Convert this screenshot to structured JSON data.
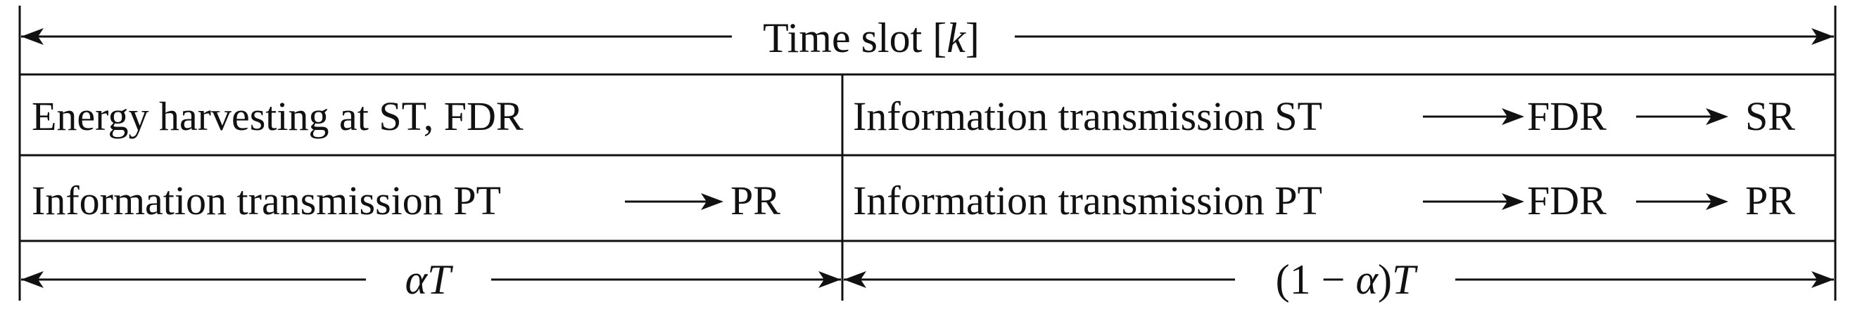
{
  "header": {
    "label_main": "Time slot ",
    "label_bracket_open": "[",
    "label_var": "k",
    "label_bracket_close": "]"
  },
  "row1": {
    "left": "Energy harvesting at ST, FDR",
    "right": {
      "prefix": "Information transmission ST",
      "mid": "FDR",
      "end": "SR"
    }
  },
  "row2": {
    "left": {
      "prefix": "Information transmission PT",
      "end": "PR"
    },
    "right": {
      "prefix": "Information transmission PT",
      "mid": "FDR",
      "end": "PR"
    }
  },
  "footer": {
    "left_alpha": "α",
    "left_T": "T",
    "right_open": "(1 − ",
    "right_alpha": "α",
    "right_close": ")",
    "right_T": "T"
  }
}
